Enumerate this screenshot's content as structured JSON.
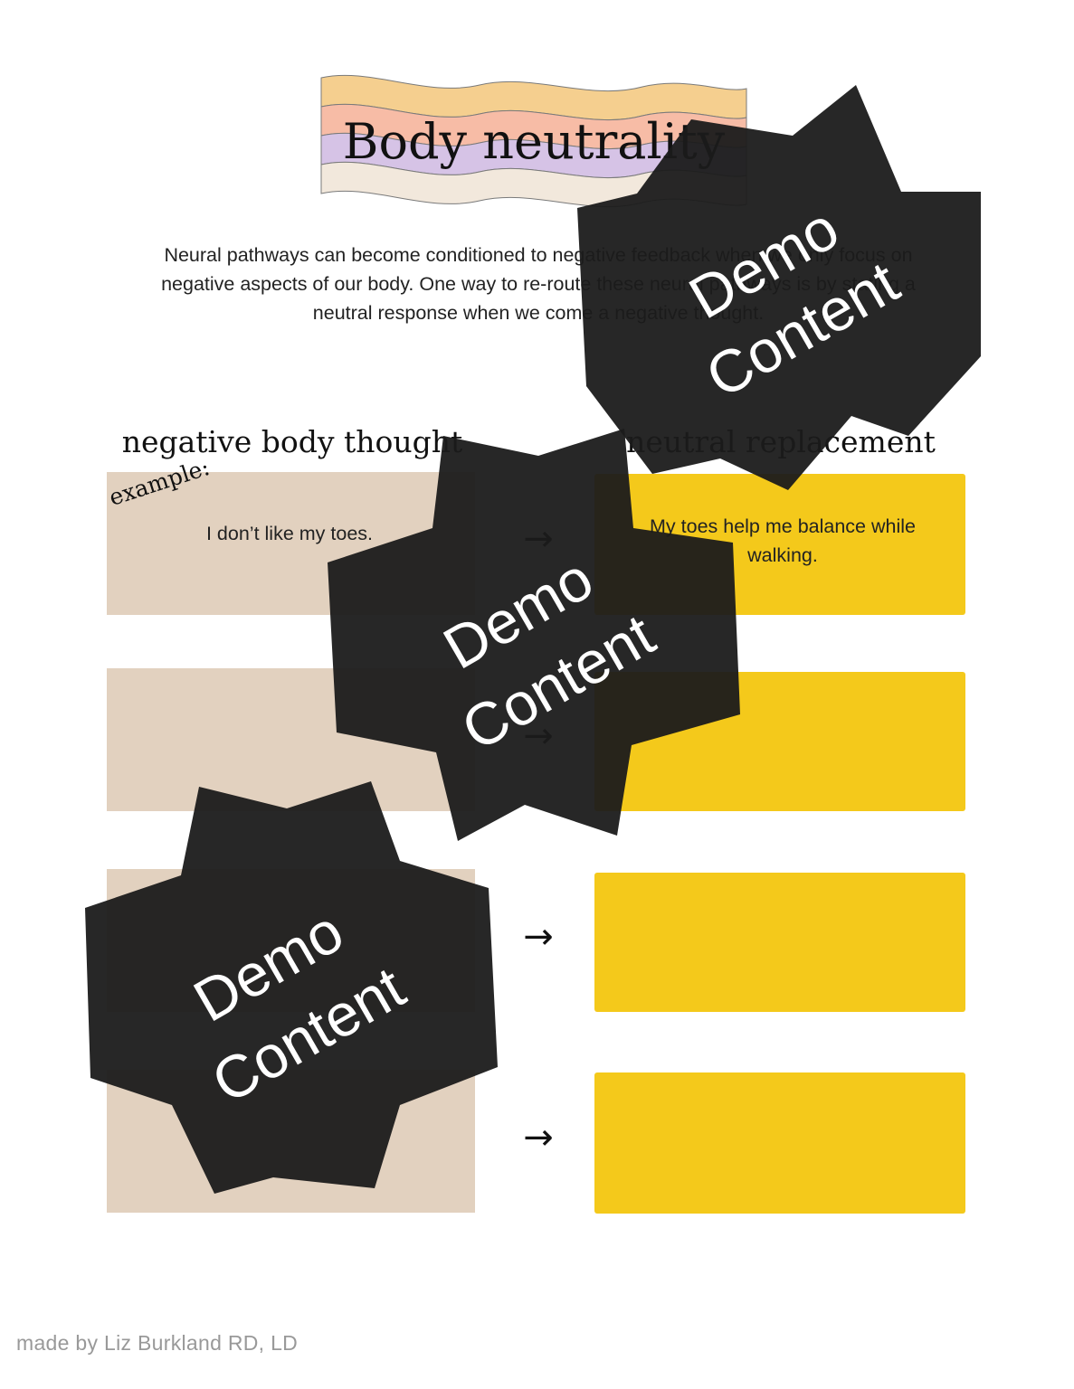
{
  "header": {
    "title": "Body neutrality"
  },
  "intro": {
    "text": "Neural pathways can become conditioned to negative feedback when we only focus on negative aspects of our body. One way to re-route these neural pathways is by stating a neutral response when we come a negative thought."
  },
  "columns": {
    "left": "negative body thought",
    "right": "neutral replacement"
  },
  "example": {
    "tag": "example:",
    "negative": "I don’t like my toes.",
    "neutral": "My toes help me balance while walking."
  },
  "arrow_glyph": "→",
  "watermark": {
    "line1": "Demo",
    "line2": "Content"
  },
  "footer": {
    "credit": "made by Liz Burkland RD, LD"
  },
  "colors": {
    "negative_box": "#e2d1bf",
    "neutral_box": "#f4c91b",
    "wave_bands": [
      "#f5cf8f",
      "#f7bca6",
      "#d6c3e6",
      "#f2e8dc"
    ],
    "watermark": "#1b1b1b"
  }
}
